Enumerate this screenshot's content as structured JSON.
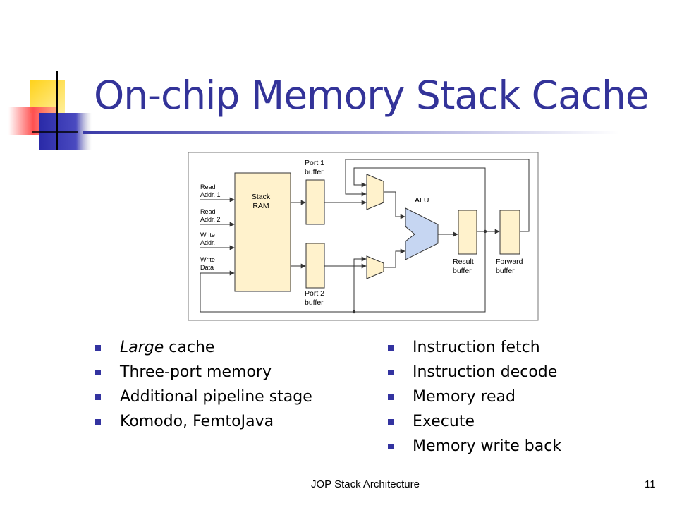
{
  "slide": {
    "title": "On-chip Memory Stack Cache",
    "footer_title": "JOP Stack Architecture",
    "page_number": "11",
    "accent_color": "#333399"
  },
  "diagram": {
    "stack_ram": [
      "Stack",
      "RAM"
    ],
    "inputs": [
      [
        "Read",
        "Addr. 1"
      ],
      [
        "Read",
        "Addr. 2"
      ],
      [
        "Write",
        "Addr."
      ],
      [
        "Write",
        "Data"
      ]
    ],
    "port1_label": [
      "Port 1",
      "buffer"
    ],
    "port2_label": [
      "Port 2",
      "buffer"
    ],
    "alu_label": "ALU",
    "result_label": [
      "Result",
      "buffer"
    ],
    "forward_label": [
      "Forward",
      "buffer"
    ]
  },
  "bullets_left": [
    {
      "em": "Large",
      "text": " cache"
    },
    {
      "em": "",
      "text": "Three-port memory"
    },
    {
      "em": "",
      "text": "Additional pipeline stage"
    },
    {
      "em": "",
      "text": "Komodo, FemtoJava"
    }
  ],
  "bullets_right": [
    "Instruction fetch",
    "Instruction decode",
    "Memory read",
    "Execute",
    "Memory write back"
  ]
}
